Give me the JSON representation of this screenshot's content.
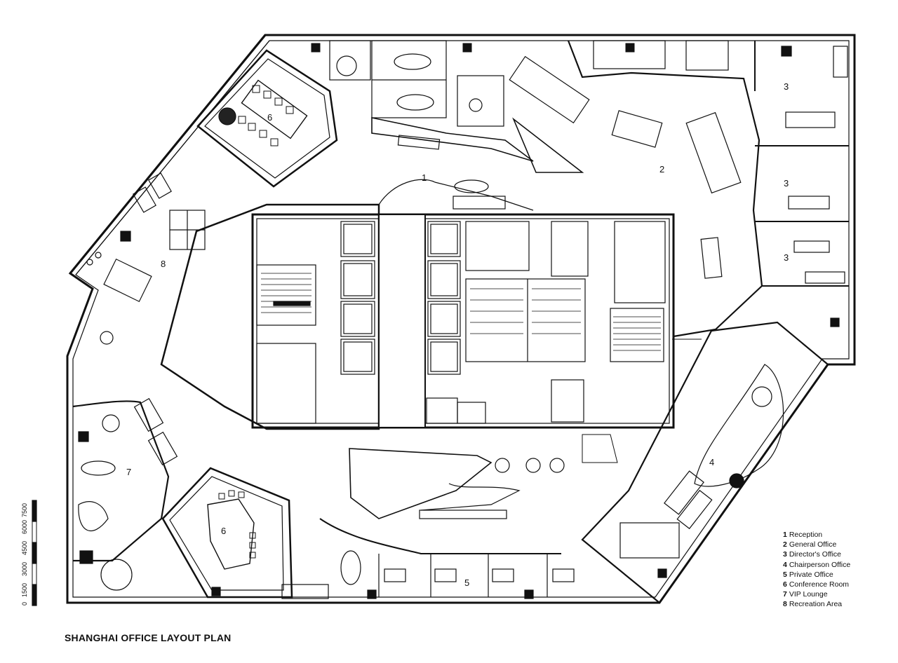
{
  "title": "SHANGHAI OFFICE LAYOUT PLAN",
  "legend": [
    {
      "num": "1",
      "label": "Reception"
    },
    {
      "num": "2",
      "label": "General Office"
    },
    {
      "num": "3",
      "label": "Director's Office"
    },
    {
      "num": "4",
      "label": "Chairperson Office"
    },
    {
      "num": "5",
      "label": "Private Office"
    },
    {
      "num": "6",
      "label": "Conference Room"
    },
    {
      "num": "7",
      "label": "VIP Lounge"
    },
    {
      "num": "8",
      "label": "Recreation Area"
    }
  ],
  "zone_labels": {
    "z1": "1",
    "z2": "2",
    "z3a": "3",
    "z3b": "3",
    "z3c": "3",
    "z4": "4",
    "z5": "5",
    "z6a": "6",
    "z6b": "6",
    "z7": "7",
    "z8": "8"
  },
  "scale_bar": {
    "ticks": [
      "0",
      "1500",
      "3000",
      "4500",
      "6000",
      "7500"
    ]
  },
  "colors": {
    "line": "#111111",
    "fill_dark": "#222222",
    "fill_grey": "#9a9a9a"
  }
}
